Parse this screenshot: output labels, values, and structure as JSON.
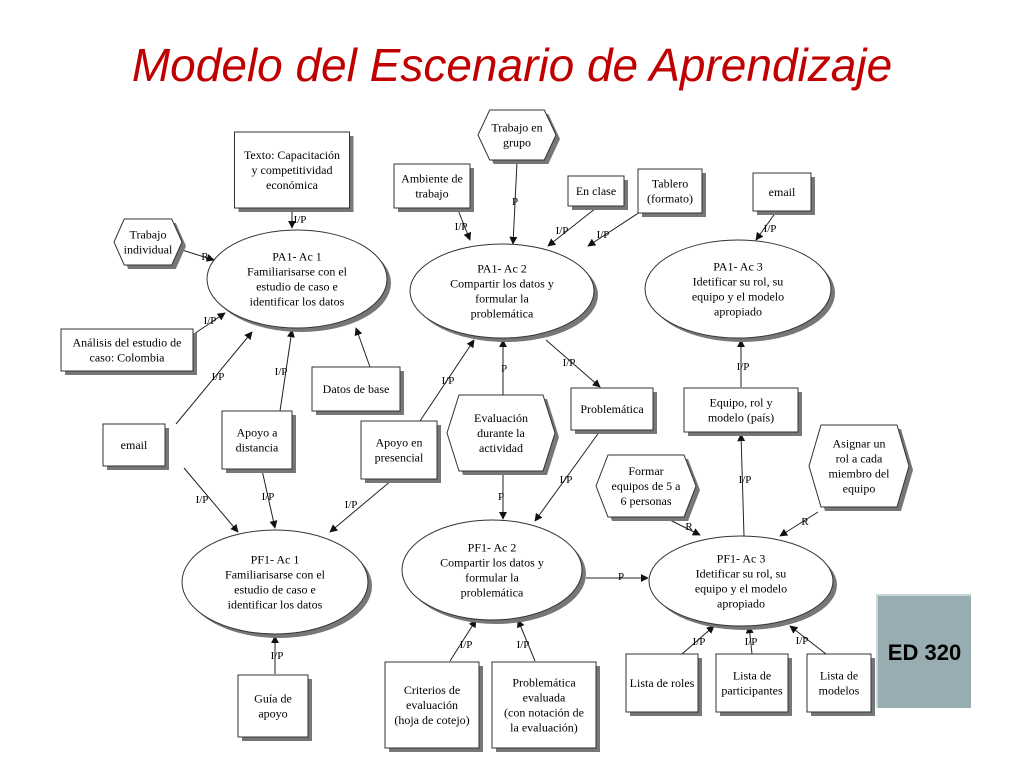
{
  "title": "Modelo del Escenario de Aprendizaje",
  "badge": "ED 320",
  "nodes": {
    "pa1_ac1": [
      "PA1- Ac 1",
      "Familiarisarse con el",
      "estudio de caso e",
      "identificar los datos"
    ],
    "pa1_ac2": [
      "PA1- Ac 2",
      "Compartir los datos y",
      "formular la",
      "problemática"
    ],
    "pa1_ac3": [
      "PA1- Ac 3",
      "Idetificar su rol, su",
      "equipo y el modelo",
      "apropiado"
    ],
    "pf1_ac1": [
      "PF1- Ac 1",
      "Familiarisarse con el",
      "estudio de caso e",
      "identificar los datos"
    ],
    "pf1_ac2": [
      "PF1- Ac 2",
      "Compartir los datos y",
      "formular la",
      "problemática"
    ],
    "pf1_ac3": [
      "PF1- Ac 3",
      "Idetificar su rol, su",
      "equipo y el modelo",
      "apropiado"
    ],
    "texto": [
      "Texto: Capacitación",
      "y competitividad",
      "económica"
    ],
    "trabajo_grupo": [
      "Trabajo en",
      "grupo"
    ],
    "ambiente": [
      "Ambiente de",
      "trabajo"
    ],
    "en_clase": [
      "En clase"
    ],
    "tablero": [
      "Tablero",
      "(formato)"
    ],
    "email_top": [
      "email"
    ],
    "trabajo_individual": [
      "Trabajo",
      "individual"
    ],
    "analisis": [
      "Análisis del estudio de",
      "caso: Colombia"
    ],
    "datos_base": [
      "Datos de base"
    ],
    "email_left": [
      "email"
    ],
    "apoyo_distancia": [
      "Apoyo a",
      "distancia"
    ],
    "apoyo_presencial": [
      "Apoyo en",
      "presencial"
    ],
    "evaluacion": [
      "Evaluación",
      "durante la",
      "actividad"
    ],
    "problematica": [
      "Problemática"
    ],
    "equipo_rol": [
      "Equipo, rol y",
      "modelo (país)"
    ],
    "asignar": [
      "Asignar un",
      "rol a cada",
      "miembro del",
      "equipo"
    ],
    "formar": [
      "Formar",
      "equipos de 5 a",
      "6 personas"
    ],
    "guia": [
      "Guía de",
      "apoyo"
    ],
    "criterios": [
      "Criterios de",
      "evaluación",
      "(hoja de cotejo)"
    ],
    "prob_evaluada": [
      "Problemática",
      "evaluada",
      "(con notación de",
      "la evaluación)"
    ],
    "lista_roles": [
      "Lista de roles"
    ],
    "lista_participantes": [
      "Lista de",
      "participantes"
    ],
    "lista_modelos": [
      "Lista de",
      "modelos"
    ]
  },
  "edge_labels": {
    "ip": "I/P",
    "p": "P",
    "r": "R"
  }
}
